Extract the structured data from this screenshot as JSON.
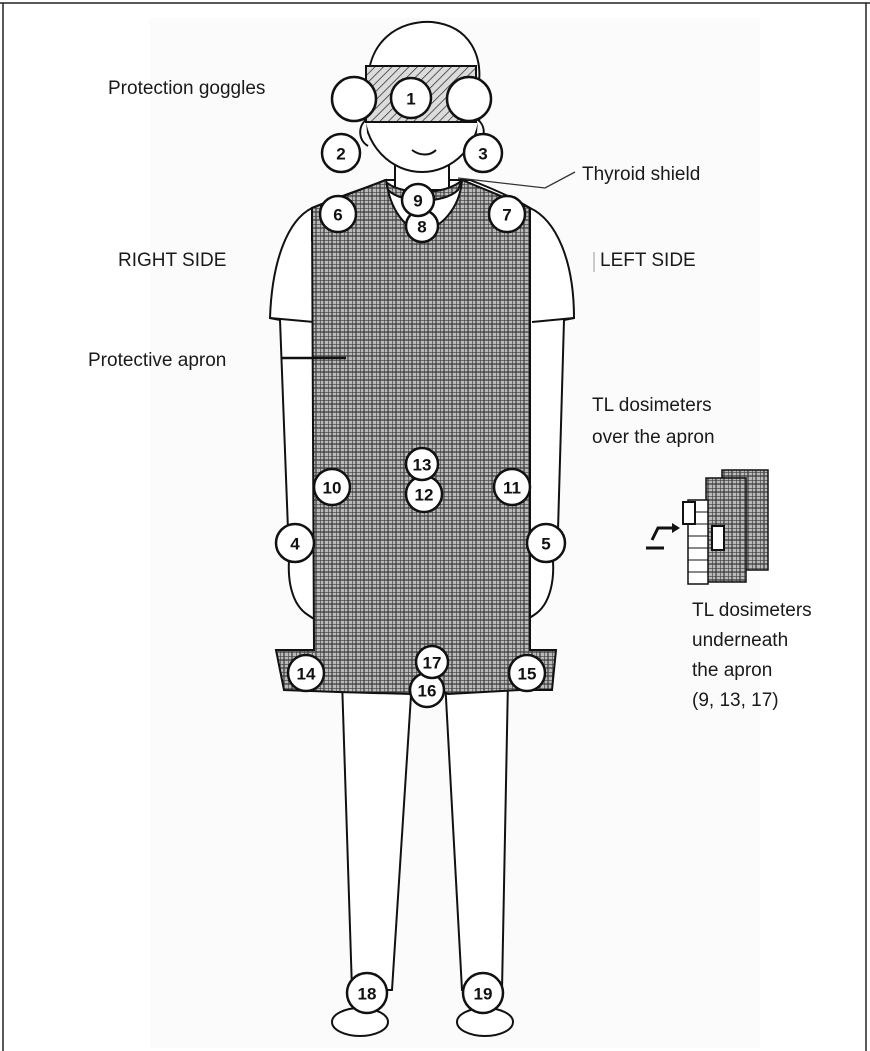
{
  "labels": {
    "goggles": "Protection goggles",
    "thyroid": "Thyroid shield",
    "right_side": "RIGHT SIDE",
    "left_side": "LEFT SIDE",
    "apron": "Protective apron",
    "over_apron": [
      "TL dosimeters",
      "over the apron"
    ],
    "under_apron": [
      "TL dosimeters",
      "underneath",
      "the apron",
      "(9, 13, 17)"
    ]
  },
  "dosimeters": [
    "1",
    "2",
    "3",
    "4",
    "5",
    "6",
    "7",
    "8",
    "9",
    "10",
    "11",
    "12",
    "13",
    "14",
    "15",
    "16",
    "17",
    "18",
    "19"
  ],
  "colors": {
    "line": "#111111",
    "apron_fill": "#8a8a8a",
    "circle_fill": "#ffffff"
  }
}
